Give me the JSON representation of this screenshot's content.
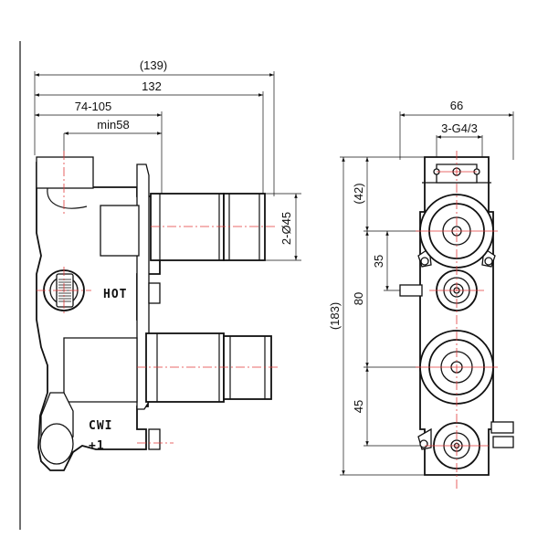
{
  "side_view": {
    "dim_139": "(139)",
    "dim_132": "132",
    "dim_74_105": "74-105",
    "dim_min58": "min58",
    "dim_2_dia45": "2-Ø45",
    "label_hot": "HOT",
    "label_cw": "CWI",
    "label_plus1": "+1"
  },
  "front_view": {
    "dim_66": "66",
    "dim_3_g43": "3-G4/3",
    "dim_42": "(42)",
    "dim_35": "35",
    "dim_183": "(183)",
    "dim_80": "80",
    "dim_45": "45"
  }
}
